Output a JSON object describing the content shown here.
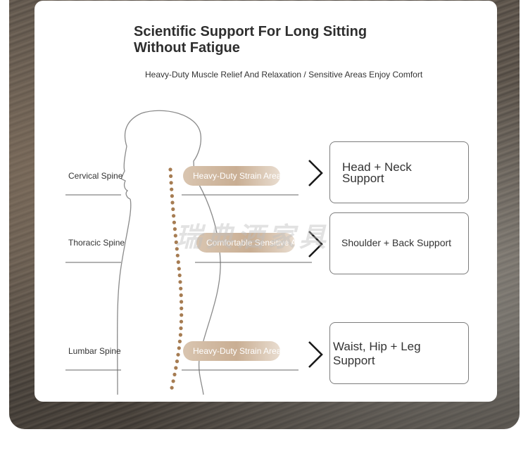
{
  "header": {
    "title_line1": "Scientific Support For Long Sitting",
    "title_line2": "Without Fatigue",
    "subtitle": "Heavy-Duty Muscle Relief And Relaxation / Sensitive Areas Enjoy Comfort"
  },
  "zones": [
    {
      "spine": "Cervical Spine",
      "area": "Heavy-Duty Strain Area",
      "support_line1": "Head + Neck",
      "support_line2": "Support"
    },
    {
      "spine": "Thoracic Spine",
      "area": "Comfortable Sensitive Areas",
      "support_line1": "Shoulder + Back Support",
      "support_line2": ""
    },
    {
      "spine": "Lumbar Spine",
      "area": "Heavy-Duty Strain Area",
      "support_line1": "Waist, Hip + Leg",
      "support_line2": "Support"
    }
  ],
  "watermark": "瑞典酒家具",
  "colors": {
    "pill_start": "#d9c5b0",
    "pill_mid": "#c9ae93",
    "spine_dot": "#a67c52",
    "outline": "#8a8a8a",
    "title": "#2e2e2e"
  }
}
